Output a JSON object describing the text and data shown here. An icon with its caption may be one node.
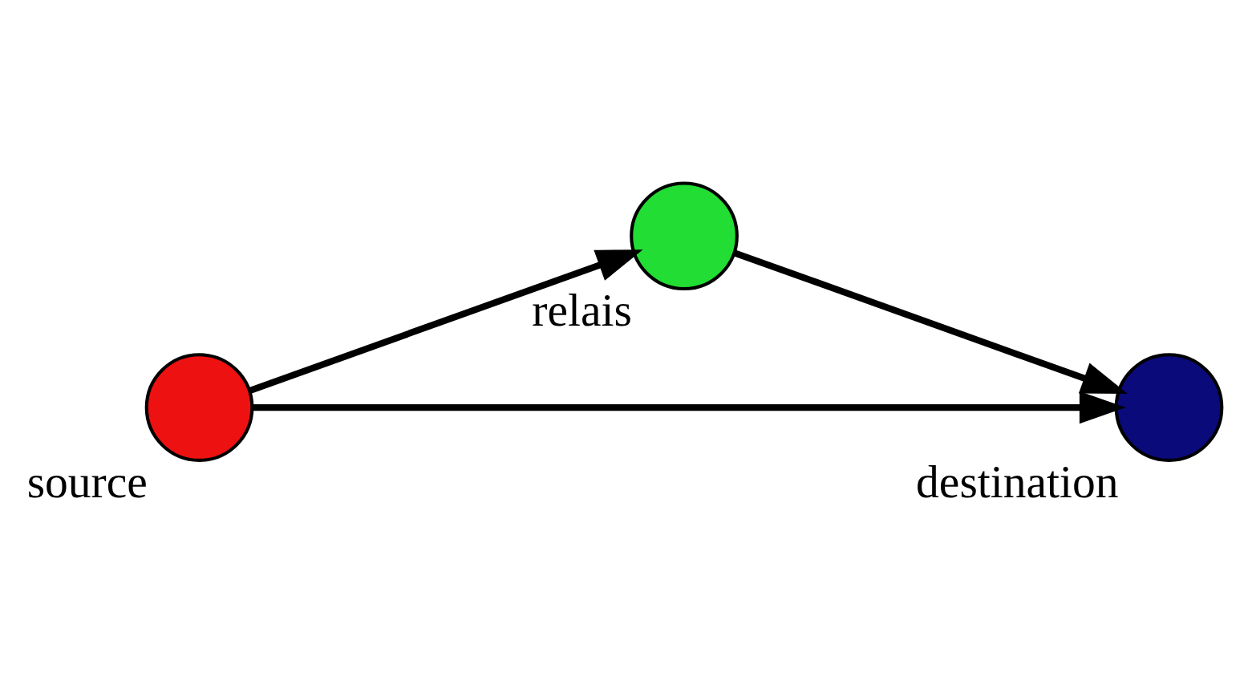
{
  "diagram": {
    "nodes": [
      {
        "text": [
          "source"
        ]
      },
      {
        "text": [
          "relais"
        ]
      },
      {
        "text": [
          "destination"
        ]
      }
    ],
    "edges": [
      {
        "from": 0,
        "to": 1,
        "arrow": "to"
      },
      {
        "from": 1,
        "to": 2,
        "arrow": "to"
      },
      {
        "from": 0,
        "to": 2,
        "arrow": "to"
      }
    ]
  }
}
